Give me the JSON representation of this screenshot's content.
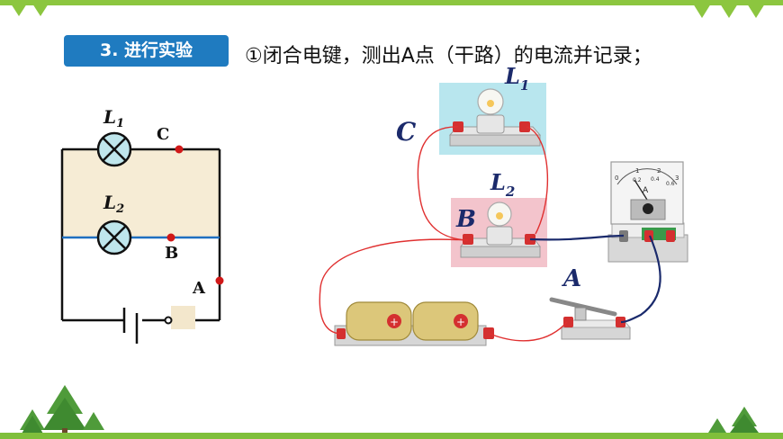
{
  "header": {
    "section_badge": "3. 进行实验",
    "instruction": "①闭合电键，测出A点（干路）的电流并记录；"
  },
  "schematic": {
    "lamp1_label": "L",
    "lamp1_sub": "1",
    "lamp2_label": "L",
    "lamp2_sub": "2",
    "point_c": "C",
    "point_b": "B",
    "point_a": "A"
  },
  "apparatus": {
    "lamp1_label": "L",
    "lamp1_sub": "1",
    "lamp2_label": "L",
    "lamp2_sub": "2",
    "point_c": "C",
    "point_b": "B",
    "point_a": "A",
    "ammeter_unit": "A",
    "ammeter_scale": [
      "0",
      "1",
      "2",
      "3"
    ],
    "ammeter_scale_small": [
      "0.2",
      "0.4",
      "0.6"
    ]
  },
  "colors": {
    "accent_blue": "#1f7bc0",
    "green_bar": "#8cc63f",
    "wire_red": "#e03030",
    "wire_navy": "#1a2a6c",
    "label_navy": "#1b2a6b"
  }
}
